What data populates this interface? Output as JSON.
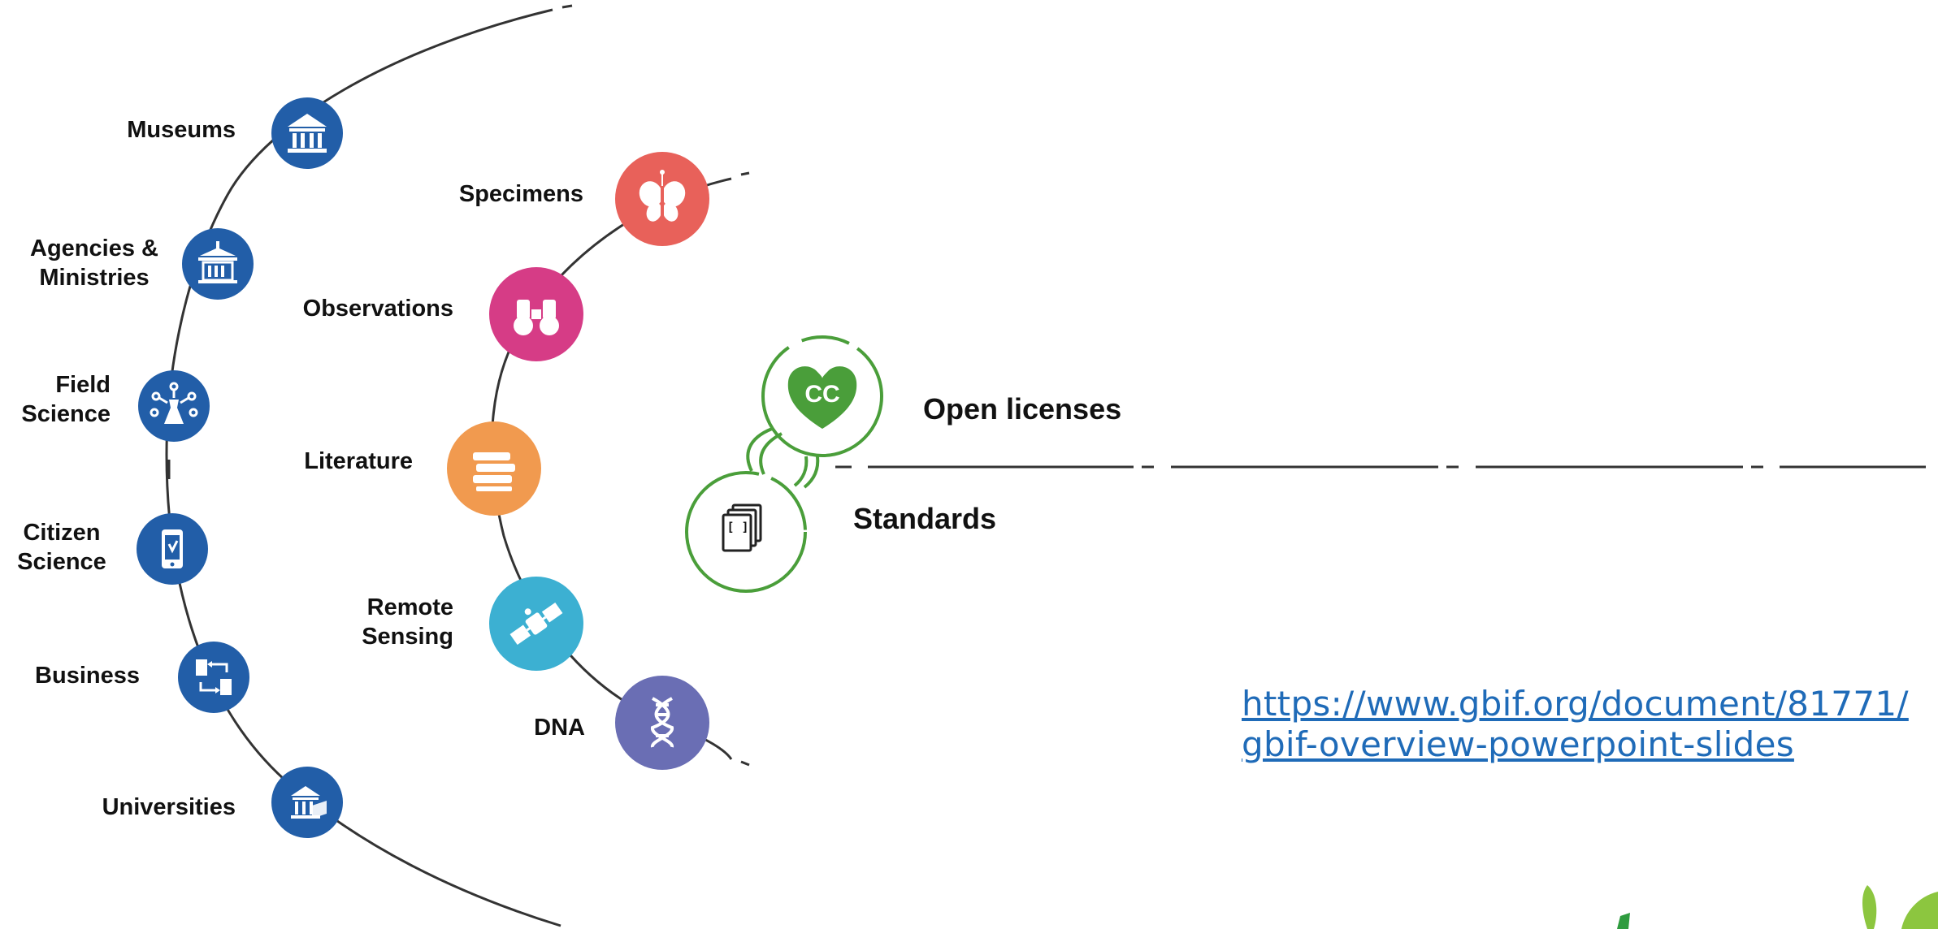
{
  "sources": [
    {
      "label": [
        "Museums"
      ],
      "icon": "museum-icon",
      "color": "#225ea8"
    },
    {
      "label": [
        "Agencies &",
        "Ministries"
      ],
      "icon": "government-building-icon",
      "color": "#225ea8"
    },
    {
      "label": [
        "Field",
        "Science"
      ],
      "icon": "field-science-icon",
      "color": "#225ea8"
    },
    {
      "label": [
        "Citizen",
        "Science"
      ],
      "icon": "smartphone-icon",
      "color": "#225ea8"
    },
    {
      "label": [
        "Business"
      ],
      "icon": "business-exchange-icon",
      "color": "#225ea8"
    },
    {
      "label": [
        "Universities"
      ],
      "icon": "university-icon",
      "color": "#225ea8"
    }
  ],
  "data_types": [
    {
      "label": [
        "Specimens"
      ],
      "icon": "butterfly-icon",
      "color": "#e8615a"
    },
    {
      "label": [
        "Observations"
      ],
      "icon": "binoculars-icon",
      "color": "#d63c86"
    },
    {
      "label": [
        "Literature"
      ],
      "icon": "books-icon",
      "color": "#f19a4f"
    },
    {
      "label": [
        "Remote",
        "Sensing"
      ],
      "icon": "satellite-icon",
      "color": "#3cb0d2"
    },
    {
      "label": [
        "DNA"
      ],
      "icon": "dna-icon",
      "color": "#6a6eb4"
    }
  ],
  "pipeline": [
    {
      "label": "Open licenses",
      "icon": "creative-commons-heart-icon",
      "badge": "CC",
      "color": "#4a9e3a"
    },
    {
      "label": "Standards",
      "icon": "standards-documents-icon",
      "badge": "[ ]",
      "color": "#4a9e3a"
    }
  ],
  "link": {
    "line1": "https://www.gbif.org/document/81771/",
    "line2": "gbif-overview-powerpoint-slides",
    "color": "#1f6bb8"
  },
  "colors": {
    "arc": "#333333",
    "green": "#4a9e3a",
    "leaf_light": "#8cc63f",
    "leaf_dark": "#2e9b3e"
  }
}
